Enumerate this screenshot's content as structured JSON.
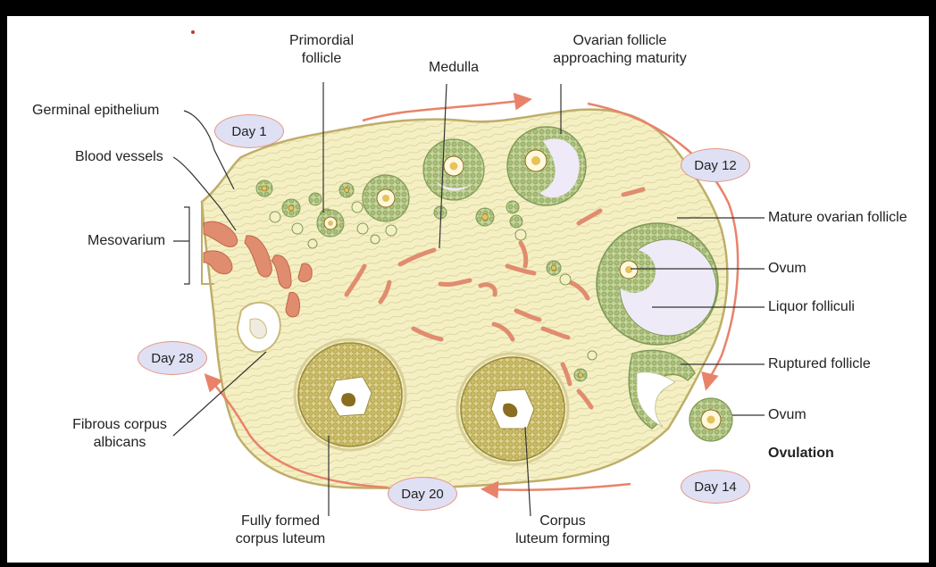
{
  "labels": {
    "primordial": "Primordial\nfollicle",
    "medulla": "Medulla",
    "approaching": "Ovarian follicle\napproaching maturity",
    "germinal": "Germinal epithelium",
    "blood_vessels": "Blood vessels",
    "mesovarium": "Mesovarium",
    "mature": "Mature ovarian follicle",
    "ovum1": "Ovum",
    "liquor": "Liquor folliculi",
    "ruptured": "Ruptured follicle",
    "ovum2": "Ovum",
    "ovulation": "Ovulation",
    "fibrous": "Fibrous corpus\nalbicans",
    "fully_formed": "Fully formed\ncorpus luteum",
    "corpus_forming": "Corpus\nluteum forming"
  },
  "days": {
    "d1": "Day 1",
    "d12": "Day 12",
    "d14": "Day 14",
    "d20": "Day 20",
    "d28": "Day 28"
  },
  "colors": {
    "stroma": "#f5f0c4",
    "follicle_cells": "#a9bf7a",
    "vessel": "#e08c6f",
    "arrow": "#e8836a",
    "day_fill": "#dfe0f4",
    "corpus_luteum": "#cbbd63"
  }
}
